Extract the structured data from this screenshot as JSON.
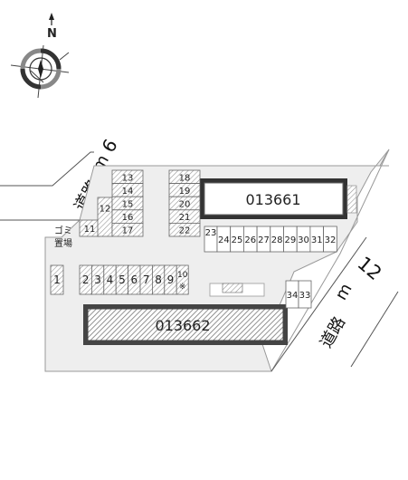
{
  "compass": {
    "north_label": "N",
    "icon": "compass-rose-icon"
  },
  "roads": {
    "upper_left": {
      "width_label": "6",
      "unit_label": "m",
      "kind_label": "道路"
    },
    "lower_right": {
      "width_label": "12",
      "unit_label": "m",
      "kind_label": "道路"
    }
  },
  "buildings": {
    "upper": {
      "id_label": "013661"
    },
    "lower": {
      "id_label": "013662"
    }
  },
  "facilities": {
    "garbage_label_1": "ゴミ",
    "garbage_label_2": "置場"
  },
  "parking": {
    "left_single": [
      "1"
    ],
    "bottom_row": [
      "2",
      "3",
      "4",
      "5",
      "6",
      "7",
      "8",
      "9"
    ],
    "bottom_row_end": {
      "number": "10",
      "suffix": "※"
    },
    "upper_left_block": [
      "11",
      "12"
    ],
    "upper_middle_column": [
      "13",
      "14",
      "15",
      "16",
      "17"
    ],
    "upper_right_column": [
      "18",
      "19",
      "20",
      "21",
      "22"
    ],
    "right_row": [
      "23",
      "24",
      "25",
      "26",
      "27",
      "28",
      "29",
      "30",
      "31",
      "32"
    ],
    "right_small": [
      "34",
      "33"
    ]
  },
  "colors": {
    "lot_fill": "#eeeeee",
    "outline": "#999999",
    "building_border": "#444444",
    "hatch": "#777777"
  }
}
